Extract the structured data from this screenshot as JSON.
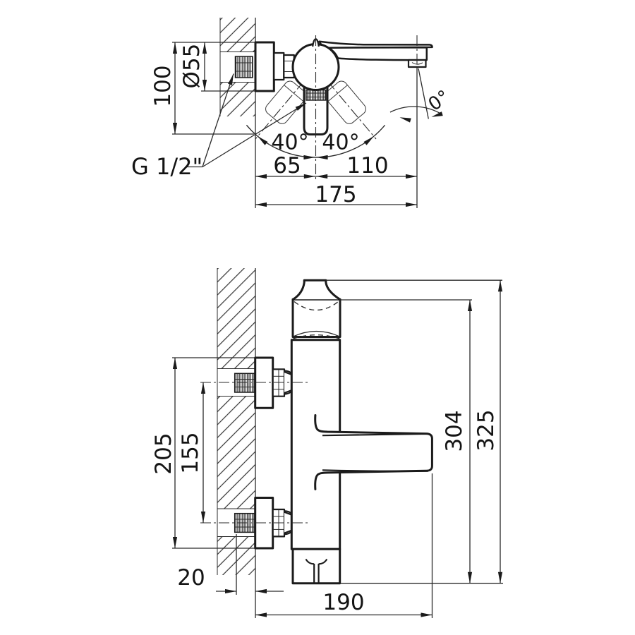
{
  "drawing": {
    "title": "wall-mounted bath mixer installation drawing",
    "line_color": "#1b1b1b",
    "background": "#ffffff",
    "top_view": {
      "height": "100",
      "flange_diameter": "Ø55",
      "thread_size": "G 1/2\"",
      "handle_swing_left": "40°",
      "handle_swing_right": "40°",
      "spout_angle": "0°",
      "wall_to_center": "65",
      "center_to_spout": "110",
      "total_reach": "175"
    },
    "side_view": {
      "flange_span": "205",
      "inlet_centers": "155",
      "body_height": "304",
      "total_height": "325",
      "wall_depth": "20",
      "spout_reach": "190"
    }
  }
}
